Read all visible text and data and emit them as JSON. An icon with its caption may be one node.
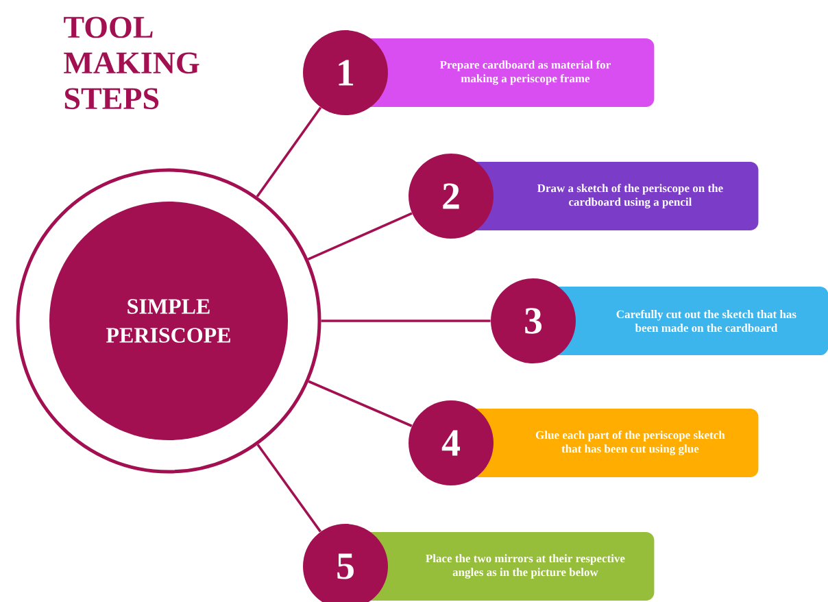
{
  "diagram": {
    "title": "TOOL MAKING STEPS",
    "nodes": [
      {
        "text": [
          "SIMPLE PERISCOPE"
        ]
      },
      {
        "text": [
          "1"
        ]
      },
      {
        "text": [
          "Prepare cardboard as material for making a periscope frame"
        ]
      },
      {
        "text": [
          "2"
        ]
      },
      {
        "text": [
          "Draw a sketch of the periscope on the cardboard using a pencil"
        ]
      },
      {
        "text": [
          "3"
        ]
      },
      {
        "text": [
          "Carefully cut out the sketch that has been made on the cardboard"
        ]
      },
      {
        "text": [
          "4"
        ]
      },
      {
        "text": [
          "Glue each part of the periscope sketch that has been cut using glue"
        ]
      },
      {
        "text": [
          "5"
        ]
      },
      {
        "text": [
          "Place the two mirrors at their respective angles as in the picture below"
        ]
      }
    ],
    "edges": [
      {
        "from": 0,
        "to": 1,
        "arrow": "none"
      },
      {
        "from": 0,
        "to": 3,
        "arrow": "none"
      },
      {
        "from": 0,
        "to": 5,
        "arrow": "none"
      },
      {
        "from": 0,
        "to": 7,
        "arrow": "none"
      },
      {
        "from": 0,
        "to": 9,
        "arrow": "none"
      }
    ]
  }
}
